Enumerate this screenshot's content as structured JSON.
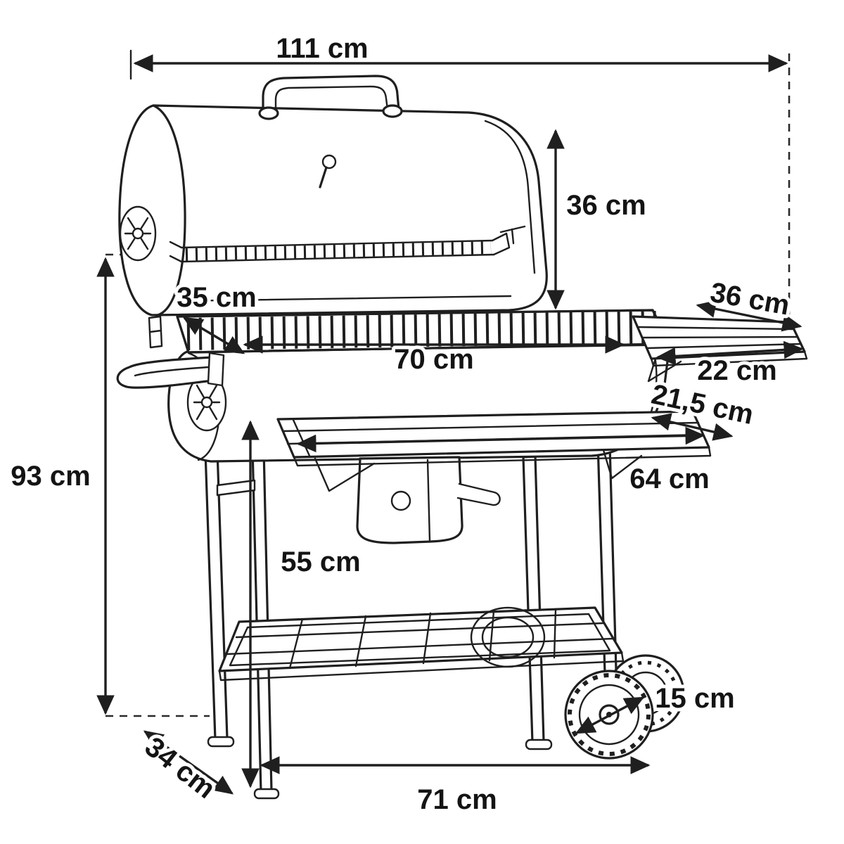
{
  "diagram": {
    "subject": "charcoal-barrel-grill-dimension-drawing",
    "colors": {
      "outline": "#1f1f1f",
      "background": "#ffffff"
    },
    "dims": {
      "width_total": "111 cm",
      "lid_height": "36 cm",
      "grate_depth": "35 cm",
      "grate_width": "70 cm",
      "side_shelf_depth": "36 cm",
      "side_shelf_width": "22 cm",
      "front_shelf_depth": "21,5 cm",
      "front_shelf_length": "64 cm",
      "leg_height": "55 cm",
      "working_height": "93 cm",
      "base_depth": "34 cm",
      "base_width": "71 cm",
      "wheel_diameter": "15 cm"
    }
  }
}
